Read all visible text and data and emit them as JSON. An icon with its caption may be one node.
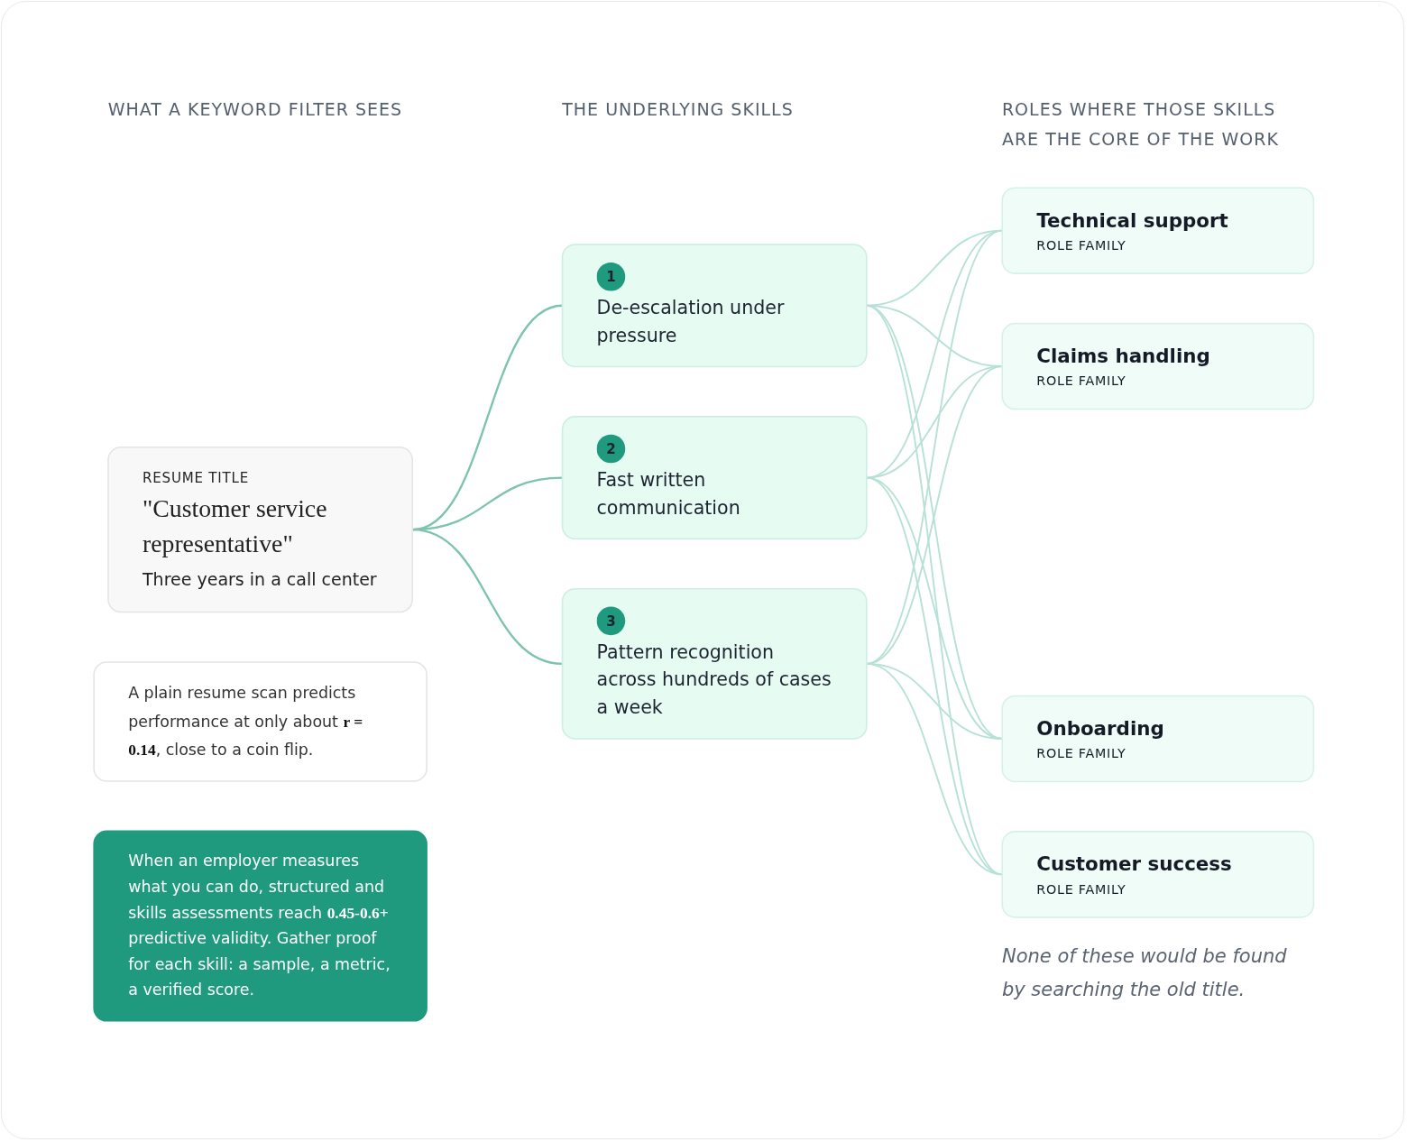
{
  "diagram": {
    "nodes": [
      {
        "text": [
          "RESUME TITLE",
          "\"Customer service representative\"",
          "Three years in a call center"
        ]
      },
      {
        "text": [
          "A plain resume scan predicts performance at only about **r = 0.14**, close to a coin flip."
        ]
      },
      {
        "text": [
          "1",
          "De-escalation under pressure"
        ]
      },
      {
        "text": [
          "2",
          "Fast written communication"
        ]
      },
      {
        "text": [
          "3",
          "Pattern recognition across hundreds of cases a week"
        ]
      },
      {
        "text": [
          "Technical support",
          "ROLE FAMILY"
        ]
      },
      {
        "text": [
          "Claims handling",
          "ROLE FAMILY"
        ]
      },
      {
        "text": [
          "Onboarding",
          "ROLE FAMILY"
        ]
      },
      {
        "text": [
          "Customer success",
          "ROLE FAMILY"
        ]
      },
      {
        "text": [
          "When an employer measures what you can do, structured and skills assessments reach **0.45-0.6+** predictive validity. Gather proof for each skill: a sample, a metric, a verified score."
        ]
      }
    ],
    "edges": [
      {
        "from": 0,
        "to": 2,
        "arrow": "none",
        "color": "#7cc4ae"
      },
      {
        "from": 0,
        "to": 3,
        "arrow": "none",
        "color": "#7cc4ae"
      },
      {
        "from": 0,
        "to": 4,
        "arrow": "none",
        "color": "#7cc4ae"
      },
      {
        "from": 2,
        "to": 5,
        "arrow": "none"
      },
      {
        "from": 2,
        "to": 6,
        "arrow": "none"
      },
      {
        "from": 2,
        "to": 7,
        "arrow": "none"
      },
      {
        "from": 2,
        "to": 8,
        "arrow": "none"
      },
      {
        "from": 3,
        "to": 5,
        "arrow": "none"
      },
      {
        "from": 3,
        "to": 6,
        "arrow": "none"
      },
      {
        "from": 3,
        "to": 7,
        "arrow": "none"
      },
      {
        "from": 3,
        "to": 8,
        "arrow": "none"
      },
      {
        "from": 4,
        "to": 5,
        "arrow": "none"
      },
      {
        "from": 4,
        "to": 6,
        "arrow": "none"
      },
      {
        "from": 4,
        "to": 7,
        "arrow": "none"
      },
      {
        "from": 4,
        "to": 8,
        "arrow": "none"
      }
    ],
    "labels": [
      "WHAT A KEYWORD FILTER SEES",
      "THE UNDERLYING SKILLS",
      "ROLES WHERE THOSE SKILLS ARE THE CORE OF THE WORK",
      "None of these would be found by searching the old title."
    ]
  }
}
